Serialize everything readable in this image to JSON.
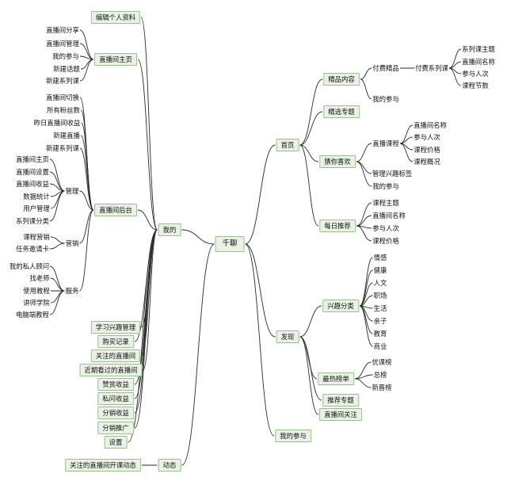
{
  "root": "千聊",
  "nodes": [
    {
      "id": "me",
      "label": "我的",
      "parent": "root",
      "box": true
    },
    {
      "id": "dyn",
      "label": "动态",
      "parent": "root",
      "box": true
    },
    {
      "id": "home",
      "label": "首页",
      "parent": "root",
      "box": true
    },
    {
      "id": "disc",
      "label": "发现",
      "parent": "root",
      "box": true
    },
    {
      "id": "mypart",
      "label": "我的参与",
      "parent": "root",
      "box": true
    },
    {
      "id": "edit",
      "label": "编辑个人资料",
      "parent": "me",
      "box": true
    },
    {
      "id": "livehome",
      "label": "直播间主页",
      "parent": "me",
      "box": true
    },
    {
      "id": "liveback",
      "label": "直播间后台",
      "parent": "me",
      "box": true
    },
    {
      "id": "interest",
      "label": "学习兴趣管理",
      "parent": "me",
      "box": true
    },
    {
      "id": "buy",
      "label": "购买记录",
      "parent": "me",
      "box": true
    },
    {
      "id": "followed",
      "label": "关注的直播间",
      "parent": "me",
      "box": true
    },
    {
      "id": "recent",
      "label": "近期看过的直播间",
      "parent": "me",
      "box": true
    },
    {
      "id": "tip",
      "label": "赞赏收益",
      "parent": "me",
      "box": true
    },
    {
      "id": "pq",
      "label": "私问收益",
      "parent": "me",
      "box": true
    },
    {
      "id": "dist",
      "label": "分销收益",
      "parent": "me",
      "box": true
    },
    {
      "id": "distp",
      "label": "分销推广",
      "parent": "me",
      "box": true
    },
    {
      "id": "settings",
      "label": "设置",
      "parent": "me",
      "box": true
    },
    {
      "id": "lh1",
      "label": "直播间分享",
      "parent": "livehome"
    },
    {
      "id": "lh2",
      "label": "直播间管理",
      "parent": "livehome"
    },
    {
      "id": "lh3",
      "label": "我的参与",
      "parent": "livehome"
    },
    {
      "id": "lh4",
      "label": "新建话题",
      "parent": "livehome"
    },
    {
      "id": "lh5",
      "label": "新建系列课",
      "parent": "livehome"
    },
    {
      "id": "lb1",
      "label": "直播间切换",
      "parent": "liveback"
    },
    {
      "id": "lb2",
      "label": "所有粉丝数",
      "parent": "liveback"
    },
    {
      "id": "lb3",
      "label": "昨日直播间收益",
      "parent": "liveback"
    },
    {
      "id": "lb4",
      "label": "新建直播",
      "parent": "liveback"
    },
    {
      "id": "lb5",
      "label": "新建系列课",
      "parent": "liveback"
    },
    {
      "id": "mgmt",
      "label": "管理",
      "parent": "liveback"
    },
    {
      "id": "mkt",
      "label": "营销",
      "parent": "liveback"
    },
    {
      "id": "svc",
      "label": "服务",
      "parent": "liveback"
    },
    {
      "id": "m1",
      "label": "直播间主页",
      "parent": "mgmt"
    },
    {
      "id": "m2",
      "label": "直播间设置",
      "parent": "mgmt"
    },
    {
      "id": "m3",
      "label": "直播间收益",
      "parent": "mgmt"
    },
    {
      "id": "m4",
      "label": "数据统计",
      "parent": "mgmt"
    },
    {
      "id": "m5",
      "label": "用户管理",
      "parent": "mgmt"
    },
    {
      "id": "m6",
      "label": "系列课分类",
      "parent": "mgmt"
    },
    {
      "id": "k1",
      "label": "课程营销",
      "parent": "mkt"
    },
    {
      "id": "k2",
      "label": "任务邀请卡",
      "parent": "mkt"
    },
    {
      "id": "s1",
      "label": "我的私人顾问",
      "parent": "svc"
    },
    {
      "id": "s2",
      "label": "找老师",
      "parent": "svc"
    },
    {
      "id": "s3",
      "label": "使用教程",
      "parent": "svc"
    },
    {
      "id": "s4",
      "label": "讲师学院",
      "parent": "svc"
    },
    {
      "id": "s5",
      "label": "电脑端教程",
      "parent": "svc"
    },
    {
      "id": "d1",
      "label": "关注的直播间开课动态",
      "parent": "dyn",
      "box": true
    },
    {
      "id": "h1",
      "label": "精品内容",
      "parent": "home",
      "box": true
    },
    {
      "id": "h2",
      "label": "精选专题",
      "parent": "home",
      "box": true
    },
    {
      "id": "h3",
      "label": "猜你喜欢",
      "parent": "home",
      "box": true
    },
    {
      "id": "h4",
      "label": "每日推荐",
      "parent": "home",
      "box": true
    },
    {
      "id": "h1a",
      "label": "付费精品",
      "parent": "h1"
    },
    {
      "id": "h1b",
      "label": "我的参与",
      "parent": "h1"
    },
    {
      "id": "pseries",
      "label": "付费系列课",
      "parent": "h1a"
    },
    {
      "id": "ps1",
      "label": "系列课主题",
      "parent": "pseries"
    },
    {
      "id": "ps2",
      "label": "直播间名称",
      "parent": "pseries"
    },
    {
      "id": "ps3",
      "label": "参与人次",
      "parent": "pseries"
    },
    {
      "id": "ps4",
      "label": "课程节数",
      "parent": "pseries"
    },
    {
      "id": "h3a",
      "label": "直播课程",
      "parent": "h3"
    },
    {
      "id": "h3b",
      "label": "管理兴趣标签",
      "parent": "h3"
    },
    {
      "id": "h3c",
      "label": "我的参与",
      "parent": "h3"
    },
    {
      "id": "lc1",
      "label": "直播间名称",
      "parent": "h3a"
    },
    {
      "id": "lc2",
      "label": "参与人次",
      "parent": "h3a"
    },
    {
      "id": "lc3",
      "label": "课程价格",
      "parent": "h3a"
    },
    {
      "id": "lc4",
      "label": "课程概况",
      "parent": "h3a"
    },
    {
      "id": "dr1",
      "label": "课程主题",
      "parent": "h4"
    },
    {
      "id": "dr2",
      "label": "直播间名称",
      "parent": "h4"
    },
    {
      "id": "dr3",
      "label": "参与人次",
      "parent": "h4"
    },
    {
      "id": "dr4",
      "label": "课程价格",
      "parent": "h4"
    },
    {
      "id": "f1",
      "label": "兴趣分类",
      "parent": "disc",
      "box": true
    },
    {
      "id": "f2",
      "label": "最热榜单",
      "parent": "disc",
      "box": true
    },
    {
      "id": "f3",
      "label": "推荐专题",
      "parent": "disc",
      "box": true
    },
    {
      "id": "f4",
      "label": "直播间关注",
      "parent": "disc",
      "box": true
    },
    {
      "id": "c1",
      "label": "情感",
      "parent": "f1"
    },
    {
      "id": "c2",
      "label": "健康",
      "parent": "f1"
    },
    {
      "id": "c3",
      "label": "人文",
      "parent": "f1"
    },
    {
      "id": "c4",
      "label": "职场",
      "parent": "f1"
    },
    {
      "id": "c5",
      "label": "生活",
      "parent": "f1"
    },
    {
      "id": "c6",
      "label": "亲子",
      "parent": "f1"
    },
    {
      "id": "c7",
      "label": "教育",
      "parent": "f1"
    },
    {
      "id": "c8",
      "label": "商业",
      "parent": "f1"
    },
    {
      "id": "r1",
      "label": "优课榜",
      "parent": "f2"
    },
    {
      "id": "r2",
      "label": "总榜",
      "parent": "f2"
    },
    {
      "id": "r3",
      "label": "新晋榜",
      "parent": "f2"
    }
  ]
}
